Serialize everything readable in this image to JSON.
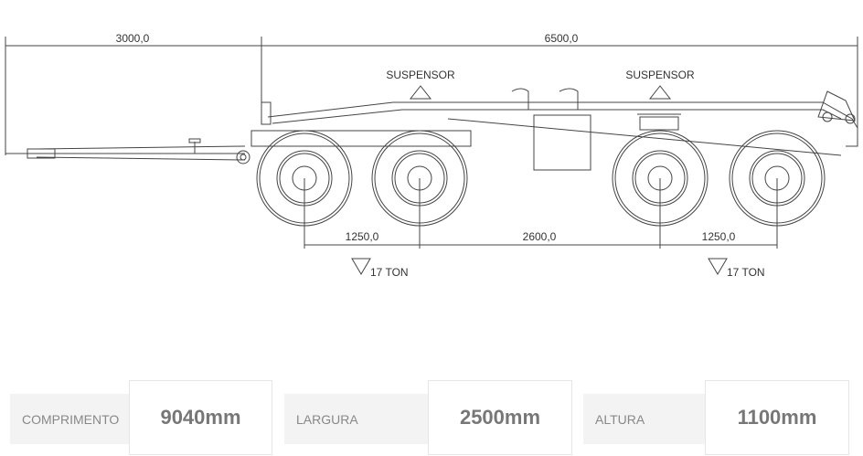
{
  "drawing": {
    "dim_front": "3000,0",
    "dim_body": "6500,0",
    "suspensor_1": "SUSPENSOR",
    "suspensor_2": "SUSPENSOR",
    "axle_spacing_1": "1250,0",
    "axle_spacing_mid": "2600,0",
    "axle_spacing_2": "1250,0",
    "load_1": "17 TON",
    "load_2": "17 TON"
  },
  "specs": [
    {
      "label": "COMPRIMENTO",
      "value": "9040mm"
    },
    {
      "label": "LARGURA",
      "value": "2500mm"
    },
    {
      "label": "ALTURA",
      "value": "1100mm"
    }
  ]
}
